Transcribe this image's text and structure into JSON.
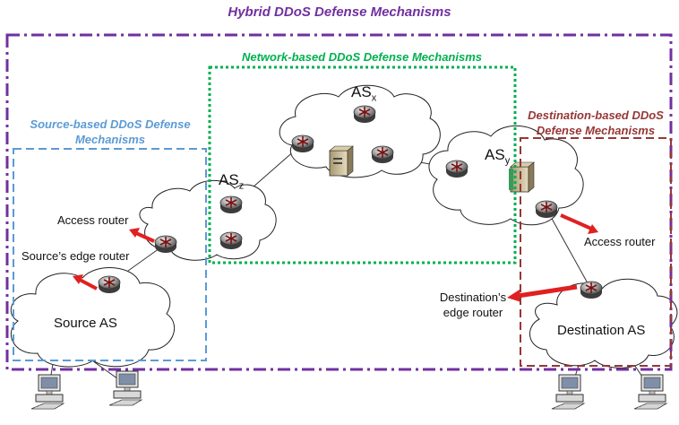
{
  "titles": {
    "hybrid": "Hybrid DDoS Defense Mechanisms",
    "network": "Network-based DDoS Defense Mechanisms",
    "source_l1": "Source-based DDoS Defense",
    "source_l2": "Mechanisms",
    "dest_l1": "Destination-based DDoS",
    "dest_l2": "Defense Mechanisms"
  },
  "as_labels": {
    "asx": {
      "main": "AS",
      "sub": "x"
    },
    "asy": {
      "main": "AS",
      "sub": "y"
    },
    "asz": {
      "main": "AS",
      "sub": "z"
    }
  },
  "cloud_labels": {
    "source": "Source AS",
    "destination": "Destination AS"
  },
  "annotations": {
    "access_router_left": "Access router",
    "source_edge_router": "Source’s edge router",
    "access_router_right": "Access router",
    "dest_edge_l1": "Destination’s",
    "dest_edge_l2": "edge router"
  },
  "colors": {
    "hybrid": "#7030a0",
    "network": "#00b050",
    "source": "#5b9bd5",
    "destination": "#953735",
    "arrow": "#e02020"
  }
}
